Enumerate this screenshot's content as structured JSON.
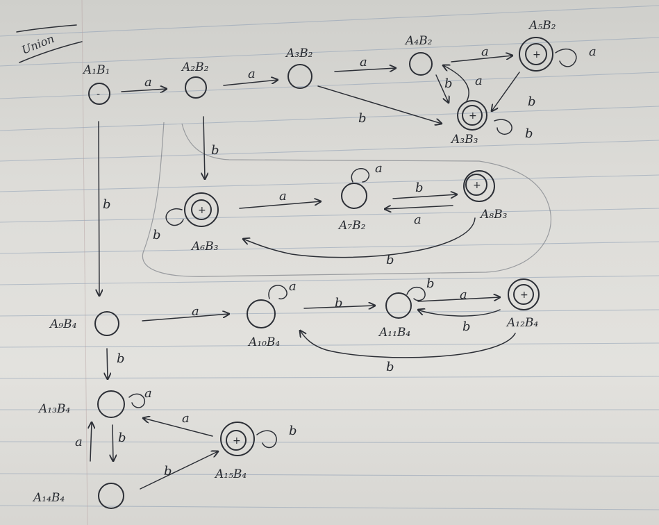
{
  "title": "Union",
  "start_mark": "-",
  "final_mark": "+",
  "states": [
    {
      "id": "A1B1",
      "label": "A₁B₁",
      "start": true,
      "final": false
    },
    {
      "id": "A2B2",
      "label": "A₂B₂",
      "start": false,
      "final": false
    },
    {
      "id": "A3B2",
      "label": "A₃B₂",
      "start": false,
      "final": false
    },
    {
      "id": "A4B2",
      "label": "A₄B₂",
      "start": false,
      "final": false
    },
    {
      "id": "A5B2",
      "label": "A₅B₂",
      "start": false,
      "final": true
    },
    {
      "id": "A3B3",
      "label": "A₃B₃",
      "start": false,
      "final": true
    },
    {
      "id": "A6B3",
      "label": "A₆B₃",
      "start": false,
      "final": true
    },
    {
      "id": "A7B2",
      "label": "A₇B₂",
      "start": false,
      "final": false
    },
    {
      "id": "A8B3",
      "label": "A₈B₃",
      "start": false,
      "final": true
    },
    {
      "id": "A9B4",
      "label": "A₉B₄",
      "start": false,
      "final": false
    },
    {
      "id": "A10B4",
      "label": "A₁₀B₄",
      "start": false,
      "final": false
    },
    {
      "id": "A11B4",
      "label": "A₁₁B₄",
      "start": false,
      "final": false
    },
    {
      "id": "A12B4",
      "label": "A₁₂B₄",
      "start": false,
      "final": true
    },
    {
      "id": "A13B4",
      "label": "A₁₃B₄",
      "start": false,
      "final": false
    },
    {
      "id": "A14B4",
      "label": "A₁₄B₄",
      "start": false,
      "final": false
    },
    {
      "id": "A15B4",
      "label": "A₁₅B₄",
      "start": false,
      "final": true
    }
  ],
  "transitions": [
    {
      "from": "A1B1",
      "to": "A2B2",
      "symbol": "a"
    },
    {
      "from": "A1B1",
      "to": "A9B4",
      "symbol": "b"
    },
    {
      "from": "A2B2",
      "to": "A3B2",
      "symbol": "a"
    },
    {
      "from": "A2B2",
      "to": "A6B3",
      "symbol": "b"
    },
    {
      "from": "A3B2",
      "to": "A4B2",
      "symbol": "a"
    },
    {
      "from": "A3B2",
      "to": "A3B3",
      "symbol": "b"
    },
    {
      "from": "A4B2",
      "to": "A5B2",
      "symbol": "a"
    },
    {
      "from": "A4B2",
      "to": "A3B3",
      "symbol": "b"
    },
    {
      "from": "A3B3",
      "to": "A4B2",
      "symbol": "a"
    },
    {
      "from": "A5B2",
      "to": "A5B2",
      "symbol": "a"
    },
    {
      "from": "A5B2",
      "to": "A3B3",
      "symbol": "b"
    },
    {
      "from": "A3B3",
      "to": "A3B3",
      "symbol": "b"
    },
    {
      "from": "A6B3",
      "to": "A6B3",
      "symbol": "b"
    },
    {
      "from": "A6B3",
      "to": "A7B2",
      "symbol": "a"
    },
    {
      "from": "A7B2",
      "to": "A7B2",
      "symbol": "a"
    },
    {
      "from": "A7B2",
      "to": "A8B3",
      "symbol": "b"
    },
    {
      "from": "A8B3",
      "to": "A7B2",
      "symbol": "a"
    },
    {
      "from": "A8B3",
      "to": "A6B3",
      "symbol": "b"
    },
    {
      "from": "A9B4",
      "to": "A10B4",
      "symbol": "a"
    },
    {
      "from": "A9B4",
      "to": "A13B4",
      "symbol": "b"
    },
    {
      "from": "A10B4",
      "to": "A10B4",
      "symbol": "a"
    },
    {
      "from": "A10B4",
      "to": "A11B4",
      "symbol": "b"
    },
    {
      "from": "A11B4",
      "to": "A11B4",
      "symbol": "b"
    },
    {
      "from": "A11B4",
      "to": "A12B4",
      "symbol": "a"
    },
    {
      "from": "A12B4",
      "to": "A11B4",
      "symbol": "b"
    },
    {
      "from": "A12B4",
      "to": "A10B4",
      "symbol": "b"
    },
    {
      "from": "A13B4",
      "to": "A13B4",
      "symbol": "a"
    },
    {
      "from": "A13B4",
      "to": "A14B4",
      "symbol": "b"
    },
    {
      "from": "A14B4",
      "to": "A13B4",
      "symbol": "a"
    },
    {
      "from": "A14B4",
      "to": "A15B4",
      "symbol": "b"
    },
    {
      "from": "A15B4",
      "to": "A13B4",
      "symbol": "a"
    },
    {
      "from": "A15B4",
      "to": "A15B4",
      "symbol": "b"
    }
  ]
}
